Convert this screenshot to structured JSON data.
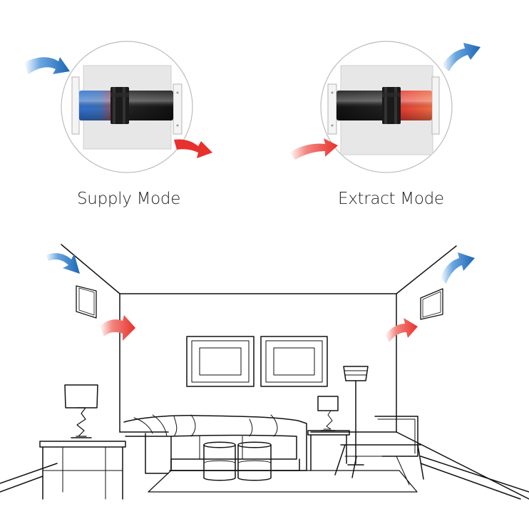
{
  "modes": {
    "supply": {
      "label": "Supply Mode"
    },
    "extract": {
      "label": "Extract Mode"
    }
  },
  "colors": {
    "supply_arrow": "#1b66b5",
    "extract_arrow": "#e8302c",
    "fan_body": "#1e1e1e",
    "wall_panel": "#e6e6e6",
    "line": "#111111"
  },
  "icons": {
    "supply_arrow": "curved-arrow-blue",
    "extract_arrow": "curved-arrow-red"
  }
}
